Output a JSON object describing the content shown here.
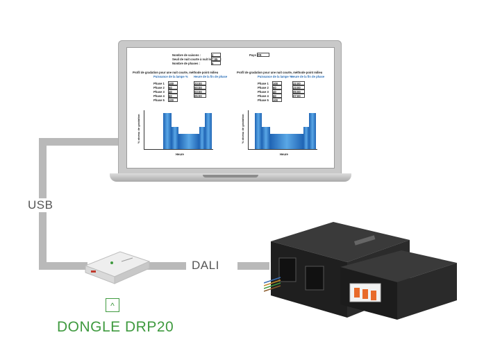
{
  "labels": {
    "usb": "USB",
    "dali": "DALI",
    "dongle_name": "DONGLE DRP20",
    "dongle_caret": "^"
  },
  "screen": {
    "form": {
      "rows": [
        {
          "label": "Nombre de saisons :",
          "value": "2"
        },
        {
          "label": "Seuil de nuit courte à nuit longues :",
          "value": "7:05"
        },
        {
          "label": "Nombre de phases :",
          "value": "5"
        }
      ],
      "pays_label": "Pays :",
      "pays_value": "FR"
    },
    "panels": [
      {
        "title": "Profil de gradation pour une nuit courte, méthode point milieu",
        "col_power": "Puissance de la lampe %",
        "col_time": "Heure de la fin de phase",
        "phases": [
          {
            "label": "Phase 1",
            "power": "100",
            "time": "23:00"
          },
          {
            "label": "Phase 2",
            "power": "60",
            "time": "00:00"
          },
          {
            "label": "Phase 3",
            "power": "40",
            "time": "03:00"
          },
          {
            "label": "Phase 4",
            "power": "60",
            "time": "05:00"
          },
          {
            "label": "Phase 5",
            "power": "100",
            "time": ""
          }
        ],
        "ylabel": "% niveau de gradation",
        "xlabel": "Heure"
      },
      {
        "title": "Profil de gradation pour une nuit courte, méthode point milieu",
        "col_power": "Puissance de la lampe %",
        "col_time": "Heure de la fin de phase",
        "phases": [
          {
            "label": "Phase 1",
            "power": "100",
            "time": "22:00"
          },
          {
            "label": "Phase 2",
            "power": "60",
            "time": "23:00"
          },
          {
            "label": "Phase 3",
            "power": "40",
            "time": "05:00"
          },
          {
            "label": "Phase 4",
            "power": "60",
            "time": "07:00"
          },
          {
            "label": "Phase 5",
            "power": "100",
            "time": ""
          }
        ],
        "ylabel": "% niveau de gradation",
        "xlabel": "Heure"
      }
    ]
  },
  "colors": {
    "cable": "#b9b9b9",
    "accent_green": "#3f9a3f",
    "chart_blue": "#2a6fb8"
  }
}
